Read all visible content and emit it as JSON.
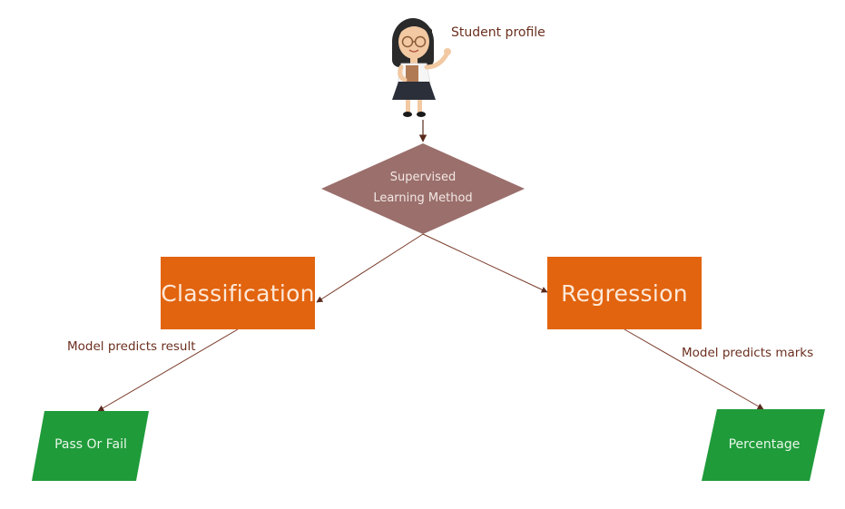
{
  "student": {
    "label": "Student profile"
  },
  "decision": {
    "label_line1": "Supervised",
    "label_line2": "Learning Method"
  },
  "classification": {
    "label": "Classification",
    "edge_label": "Model predicts result",
    "output": "Pass Or Fail"
  },
  "regression": {
    "label": "Regression",
    "edge_label": "Model predicts marks",
    "output": "Percentage"
  },
  "colors": {
    "diamond": "#9a6f6c",
    "box": "#e2640f",
    "output": "#1f9b3a",
    "arrow": "#7a3b2a",
    "text": "#6b2f1f"
  }
}
